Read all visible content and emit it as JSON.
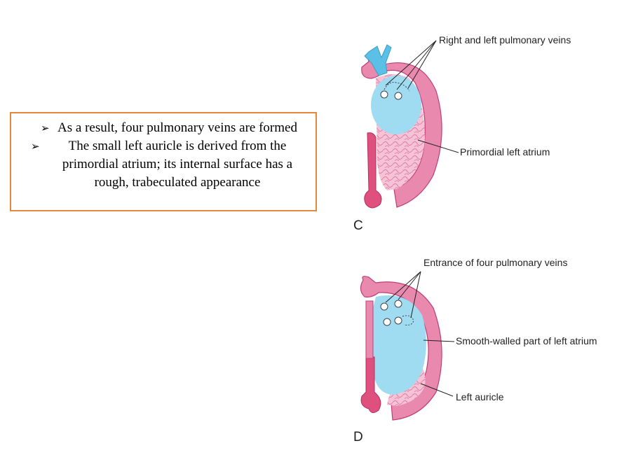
{
  "text_box": {
    "bullets": [
      "As a result, four pulmonary veins are formed",
      "The small left auricle is derived from the primordial atrium; its internal surface has a rough, trabeculated appearance"
    ]
  },
  "diagram_c": {
    "panel_label": "C",
    "labels": {
      "veins": "Right and left pulmonary veins",
      "atrium": "Primordial left atrium"
    }
  },
  "diagram_d": {
    "panel_label": "D",
    "labels": {
      "entrance": "Entrance of four pulmonary veins",
      "smooth": "Smooth-walled part of left atrium",
      "auricle": "Left auricle"
    }
  },
  "colors": {
    "wall_pink": "#e889ad",
    "wall_dark": "#c03e78",
    "cavity_blue": "#9fdcf2",
    "vein_blue": "#5cbfe6",
    "trabecular": "#f3b6cc",
    "border_orange": "#e8883a"
  }
}
